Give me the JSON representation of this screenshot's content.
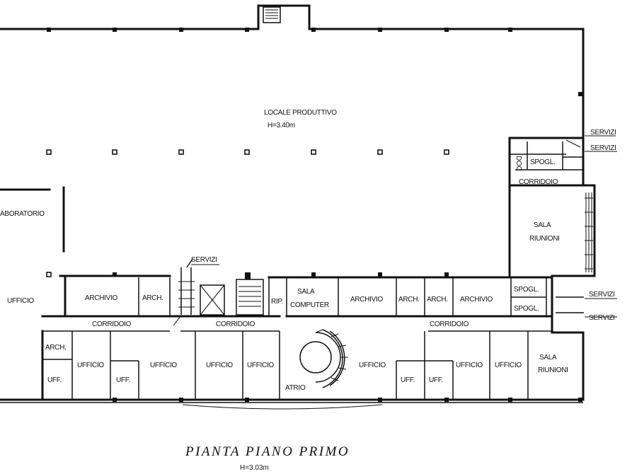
{
  "plan": {
    "title": "PIANTA PIANO PRIMO",
    "height_note": "H=3.03m",
    "production": {
      "name": "LOCALE PRODUTTIVO",
      "height": "H=3.40m"
    },
    "rooms": {
      "laboratorio": "ABORATORIO",
      "ufficio_west": "UFFICIO",
      "archivio_1": "ARCHIVIO",
      "arch_1": "ARCH.",
      "servizi_stair": "SERVIZI",
      "rip": "RIP.",
      "sala_computer_1": "SALA",
      "sala_computer_2": "COMPUTER",
      "archivio_2": "ARCHIVIO",
      "arch_2": "ARCH.",
      "arch_3": "ARCH.",
      "archivio_3": "ARCHIVIO",
      "spogl_1": "SPOGL.",
      "spogl_2": "SPOGL.",
      "spogl_top": "SPOGL.",
      "servizi_1": "SERVIZI",
      "servizi_2": "SERVIZI",
      "servizi_3": "SERVIZI",
      "servizi_4": "SERVIZI",
      "corridoio_1": "CORRIDOIO",
      "corridoio_2": "CORRIDOIO",
      "corridoio_3": "CORRIDOIO",
      "corridoio_4": "CORRIDOIO",
      "sala_riunioni_1a": "SALA",
      "sala_riunioni_1b": "RIUNIONI",
      "sala_riunioni_2a": "SALA",
      "sala_riunioni_2b": "RIUNIONI",
      "arch_4": "ARCH.",
      "ufficio_1": "UFFICIO",
      "uff_1": "UFF.",
      "uff_2": "UFF.",
      "ufficio_2": "UFFICIO",
      "ufficio_3": "UFFICIO",
      "ufficio_4": "UFFICIO",
      "atrio": "ATRIO",
      "ufficio_5": "UFFICIO",
      "uff_3": "UFF.",
      "uff_4": "UFF.",
      "ufficio_6": "UFFICIO",
      "ufficio_7": "UFFICIO"
    }
  }
}
